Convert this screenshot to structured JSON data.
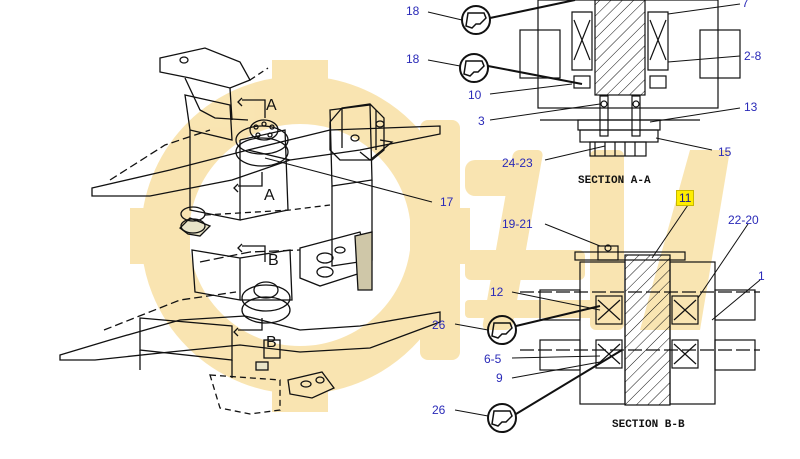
{
  "sections": {
    "a_label": "SECTION A-A",
    "b_label": "SECTION B-B"
  },
  "cut_marks": {
    "a_top": "A",
    "a_bottom": "A",
    "b_top": "B",
    "b_bottom": "B"
  },
  "callouts": {
    "c_18_top": "18",
    "c_7": "7",
    "c_18_mid": "18",
    "c_2_8": "2-8",
    "c_10": "10",
    "c_13": "13",
    "c_3": "3",
    "c_24_23": "24-23",
    "c_15": "15",
    "c_17": "17",
    "c_11": "11",
    "c_19_21": "19-21",
    "c_22_20": "22-20",
    "c_1": "1",
    "c_12": "12",
    "c_26_top": "26",
    "c_6_5": "6-5",
    "c_9": "9",
    "c_26_bottom": "26"
  },
  "colors": {
    "callout_text": "#2a2ab8",
    "highlight": "#ffee00",
    "watermark": "#f7dc98",
    "line": "#111111"
  }
}
